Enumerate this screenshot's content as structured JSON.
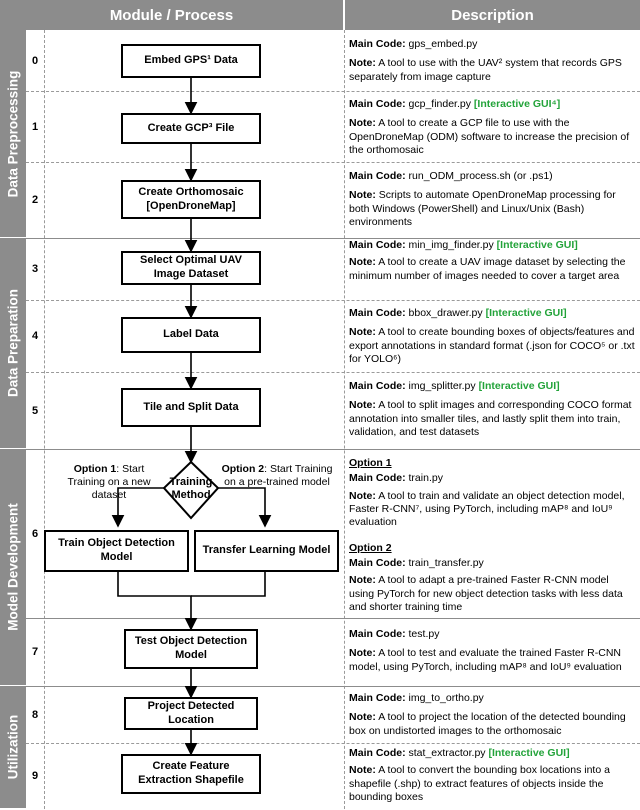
{
  "header": {
    "col1": "Module / Process",
    "col2": "Description"
  },
  "sections": [
    "Data Preprocessing",
    "Data Preparation",
    "Model Development",
    "Utilization"
  ],
  "labels": {
    "main_code": "Main Code:",
    "note": "Note:"
  },
  "rows": [
    {
      "num": "0",
      "box": "Embed GPS¹ Data",
      "code": "gps_embed.py",
      "gui": "",
      "note": "A tool to use with the UAV² system that records GPS separately from image capture"
    },
    {
      "num": "1",
      "box": "Create GCP³ File",
      "code": "gcp_finder.py",
      "gui": "[Interactive GUI⁴]",
      "note": "A tool to create a GCP file to use with the OpenDroneMap (ODM) software to increase the precision of the orthomosaic"
    },
    {
      "num": "2",
      "box": "Create Orthomosaic [OpenDroneMap]",
      "code": "run_ODM_process.sh (or .ps1)",
      "gui": "",
      "note": "Scripts to automate OpenDroneMap processing for both Windows (PowerShell) and Linux/Unix (Bash) environments"
    },
    {
      "num": "3",
      "box": "Select Optimal UAV Image Dataset",
      "code": "min_img_finder.py",
      "gui": "[Interactive GUI]",
      "note": "A tool to create a UAV image dataset by selecting the minimum number of images needed to cover a target area"
    },
    {
      "num": "4",
      "box": "Label Data",
      "code": "bbox_drawer.py",
      "gui": "[Interactive GUI]",
      "note": "A tool to create bounding boxes of objects/features and export annotations in standard format (.json for COCO⁵ or .txt for YOLO⁶)"
    },
    {
      "num": "5",
      "box": "Tile and Split Data",
      "code": "img_splitter.py",
      "gui": "[Interactive GUI]",
      "note": "A tool to split images and corresponding COCO format annotation into smaller tiles, and lastly split them into train, validation, and test datasets"
    },
    {
      "num": "7",
      "box": "Test Object Detection Model",
      "code": "test.py",
      "gui": "",
      "note": "A tool to test and evaluate the trained Faster R-CNN model, using PyTorch, including mAP⁸ and IoU⁹ evaluation"
    },
    {
      "num": "8",
      "box": "Project Detected Location",
      "code": "img_to_ortho.py",
      "gui": "",
      "note": "A tool to project the location of the detected bounding box on undistorted images to the orthomosaic"
    },
    {
      "num": "9",
      "box": "Create Feature Extraction Shapefile",
      "code": "stat_extractor.py",
      "gui": "[Interactive GUI]",
      "note": "A tool to convert the bounding box locations into a shapefile (.shp) to extract features of objects inside the bounding boxes"
    }
  ],
  "row6": {
    "num": "6",
    "decision": "Training Method",
    "opt1_prefix": "Option 1",
    "opt1_text": ": Start Training on a new dataset",
    "opt2_prefix": "Option 2",
    "opt2_text": ": Start Training on a pre-trained model",
    "box_left": "Train Object Detection Model",
    "box_right": "Transfer Learning Model",
    "option1": {
      "title": "Option 1",
      "code": "train.py",
      "note": "A tool to train and validate an object detection model, Faster R-CNN⁷, using PyTorch, including mAP⁸ and IoU⁹ evaluation"
    },
    "option2": {
      "title": "Option 2",
      "code": "train_transfer.py",
      "note": "A tool to adapt a pre-trained Faster R-CNN model using PyTorch for new object detection tasks with less data and shorter training time"
    }
  },
  "colors": {
    "header_bg": "#8c8c8c",
    "gui_green": "#23a33a"
  }
}
